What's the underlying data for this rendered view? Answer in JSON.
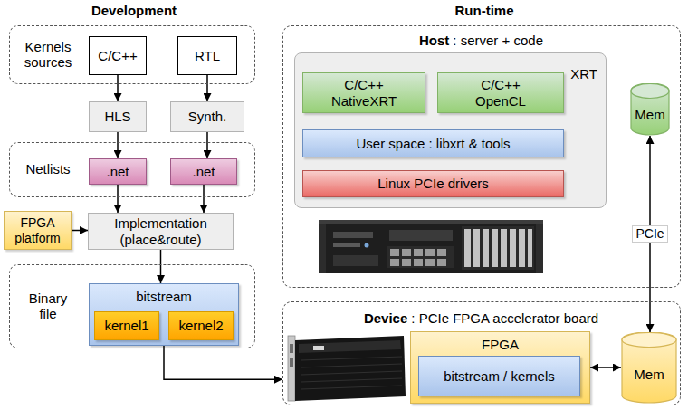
{
  "diagram": {
    "nodes": [
      {
        "text": [
          "Kernels sources"
        ]
      },
      {
        "text": [
          "C/C++"
        ],
        "in": 0
      },
      {
        "text": [
          "RTL"
        ],
        "in": 0
      },
      {
        "text": [
          "HLS"
        ]
      },
      {
        "text": [
          "Synth."
        ]
      },
      {
        "text": [
          "Netlists"
        ]
      },
      {
        "text": [
          ".net"
        ],
        "in": 5
      },
      {
        "text": [
          ".net"
        ],
        "in": 5
      },
      {
        "text": [
          "FPGA platform"
        ]
      },
      {
        "text": [
          "Implementation (place&route)"
        ]
      },
      {
        "text": [
          "Binary file"
        ]
      },
      {
        "text": [
          "bitstream"
        ],
        "in": 10
      },
      {
        "text": [
          "kernel1"
        ],
        "in": 11
      },
      {
        "text": [
          "kernel2"
        ],
        "in": 11
      },
      {
        "text": [
          "Host",
          ": server + code"
        ]
      },
      {
        "text": [
          "XRT"
        ],
        "in": 14
      },
      {
        "text": [
          "C/C++ NativeXRT"
        ],
        "in": 15
      },
      {
        "text": [
          "C/C++ OpenCL"
        ],
        "in": 15
      },
      {
        "text": [
          "User space : libxrt & tools"
        ],
        "in": 15
      },
      {
        "text": [
          "Linux PCIe drivers"
        ],
        "in": 15
      },
      {
        "text": [
          "Mem"
        ],
        "in": 14
      },
      {
        "text": [
          "Device",
          ": PCIe FPGA accelerator board"
        ]
      },
      {
        "text": [
          "FPGA"
        ],
        "in": 21
      },
      {
        "text": [
          "bitstream / kernels"
        ],
        "in": 22
      },
      {
        "text": [
          "Mem"
        ],
        "in": 21
      }
    ],
    "edges": [
      {
        "from": 1,
        "to": 3,
        "arrow": "to"
      },
      {
        "from": 2,
        "to": 4,
        "arrow": "to"
      },
      {
        "from": 3,
        "to": 6,
        "arrow": "to"
      },
      {
        "from": 4,
        "to": 7,
        "arrow": "to"
      },
      {
        "from": 6,
        "to": 9,
        "arrow": "to"
      },
      {
        "from": 7,
        "to": 9,
        "arrow": "to"
      },
      {
        "from": 8,
        "to": 9,
        "arrow": "to"
      },
      {
        "from": 9,
        "to": 11,
        "arrow": "to"
      },
      {
        "from": 11,
        "to": 21,
        "arrow": "to"
      },
      {
        "from": 20,
        "to": 24,
        "label": "PCIe",
        "arrow": "both"
      },
      {
        "from": 22,
        "to": 24,
        "arrow": "both"
      }
    ],
    "labels": [
      "Development",
      "Run-time"
    ]
  }
}
